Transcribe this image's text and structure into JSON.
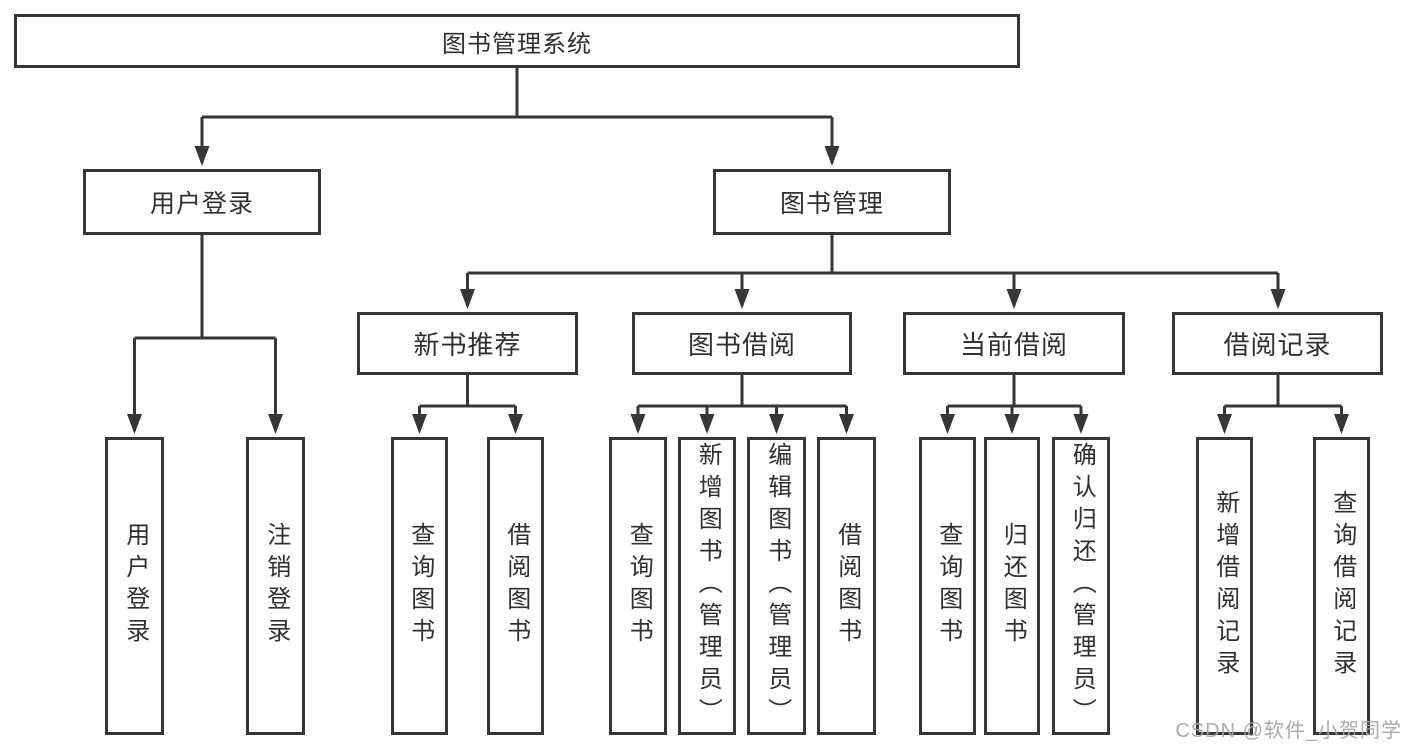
{
  "nodes": {
    "root": {
      "label": "图书管理系统"
    },
    "user_login": {
      "label": "用户登录"
    },
    "book_management": {
      "label": "图书管理"
    },
    "new_book_recommend": {
      "label": "新书推荐"
    },
    "book_borrow": {
      "label": "图书借阅"
    },
    "current_borrow": {
      "label": "当前借阅"
    },
    "borrow_records": {
      "label": "借阅记录"
    },
    "leaf_user_login": {
      "label": "用户登录"
    },
    "leaf_logout": {
      "label": "注销登录"
    },
    "leaf_nb_query": {
      "label": "查询图书"
    },
    "leaf_nb_borrow": {
      "label": "借阅图书"
    },
    "leaf_bb_query": {
      "label": "查询图书"
    },
    "leaf_bb_add": {
      "label": "新增图书（管理员）"
    },
    "leaf_bb_edit": {
      "label": "编辑图书（管理员）"
    },
    "leaf_bb_borrow": {
      "label": "借阅图书"
    },
    "leaf_cb_query": {
      "label": "查询图书"
    },
    "leaf_cb_return": {
      "label": "归还图书"
    },
    "leaf_cb_confirm": {
      "label": "确认归还（管理员）"
    },
    "leaf_br_add": {
      "label": "新增借阅记录"
    },
    "leaf_br_query": {
      "label": "查询借阅记录"
    }
  },
  "structure": {
    "图书管理系统": [
      "用户登录",
      "图书管理"
    ],
    "用户登录": [
      "用户登录",
      "注销登录"
    ],
    "图书管理": [
      "新书推荐",
      "图书借阅",
      "当前借阅",
      "借阅记录"
    ],
    "新书推荐": [
      "查询图书",
      "借阅图书"
    ],
    "图书借阅": [
      "查询图书",
      "新增图书（管理员）",
      "编辑图书（管理员）",
      "借阅图书"
    ],
    "当前借阅": [
      "查询图书",
      "归还图书",
      "确认归还（管理员）"
    ],
    "借阅记录": [
      "新增借阅记录",
      "查询借阅记录"
    ]
  },
  "watermark": {
    "text": "CSDN @软件_小贺同学"
  },
  "colors": {
    "line": "#363636",
    "text": "#303030",
    "box_fill": "#ffffff",
    "background": "#ffffff",
    "watermark": "#a6a6a6"
  }
}
